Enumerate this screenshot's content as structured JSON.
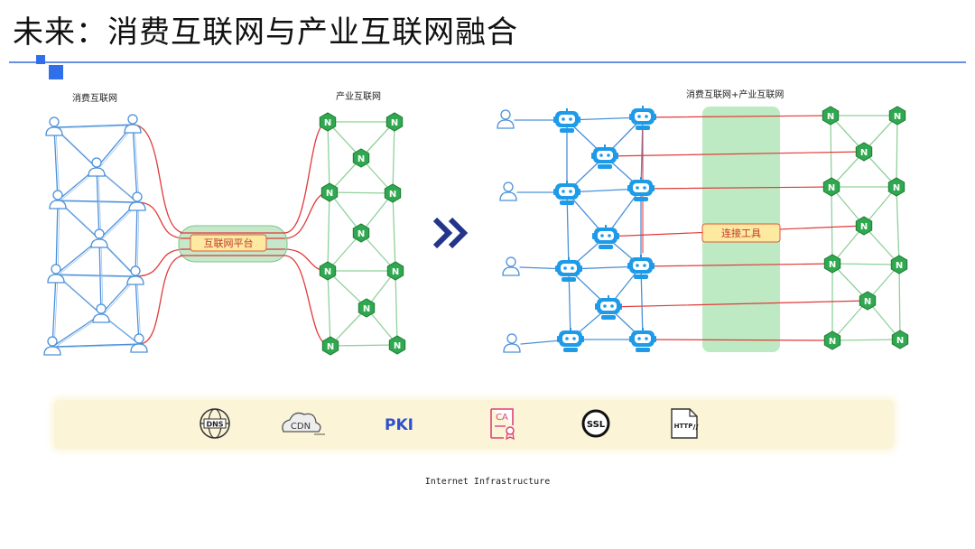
{
  "title": "未来：消费互联网与产业互联网融合",
  "left": {
    "consumer_label": "消费互联网",
    "industry_label": "产业互联网",
    "platform_label": "互联网平台"
  },
  "right": {
    "header_label": "消费互联网+产业互联网",
    "tool_label": "连接工具"
  },
  "node_letter": "N",
  "infrastructure": {
    "caption": "Internet Infrastructure",
    "items": [
      {
        "icon": "globe-dns-icon",
        "text": "DNS"
      },
      {
        "icon": "cloud-cdn-icon",
        "text": "CDN"
      },
      {
        "icon": "pki-icon",
        "text": "PKI"
      },
      {
        "icon": "ca-certificate-icon",
        "text": "CA"
      },
      {
        "icon": "ssl-icon",
        "text": "SSL"
      },
      {
        "icon": "http-file-icon",
        "text": "HTTP"
      }
    ]
  },
  "colors": {
    "accent": "#2f6fe9",
    "user_blue": "#4a90d9",
    "robot_blue": "#1e9be8",
    "node_green": "#2fa84f",
    "link_red": "#e03a3a",
    "platform_green": "#bfe6c4",
    "platform_label_bg": "#fde9a0",
    "band_yellow": "#fbf4d6"
  }
}
